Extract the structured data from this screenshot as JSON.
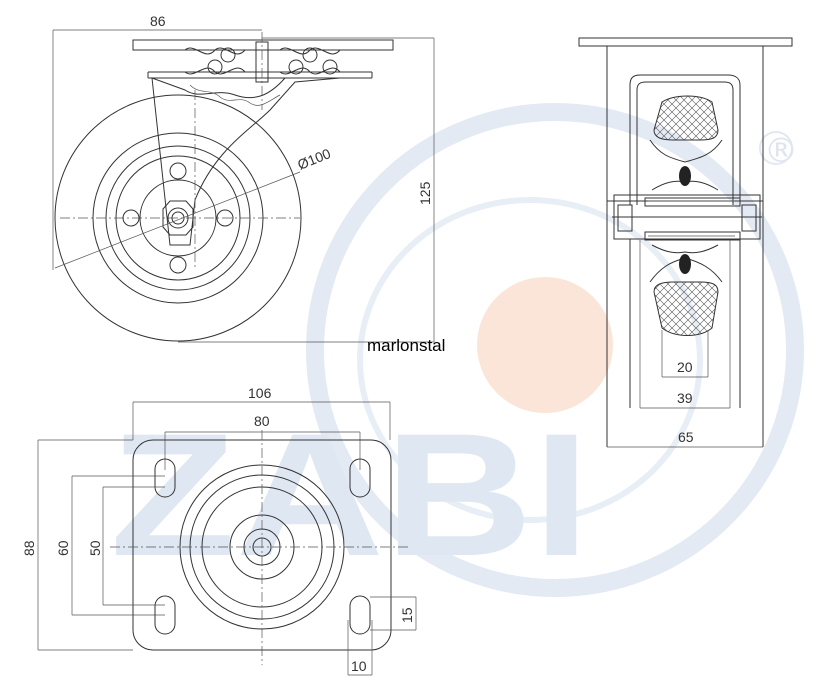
{
  "watermark": {
    "letters": "ZABI",
    "registered_mark": "®",
    "colors": {
      "blue": "#dde6f2",
      "orange": "#fbe3d6"
    }
  },
  "brand_label": "marlonstal",
  "side_view": {
    "height_dim": "86",
    "overall_height": "125",
    "wheel_diameter": "Ø100"
  },
  "front_view": {
    "tread_width": "20",
    "hub_width": "39",
    "fork_width": "65"
  },
  "plate_view": {
    "plate_length": "106",
    "hole_spacing_x": "80",
    "plate_width": "88",
    "hole_spacing_y_outer": "60",
    "hole_spacing_y_inner": "50",
    "slot_length": "15",
    "slot_width": "10"
  }
}
